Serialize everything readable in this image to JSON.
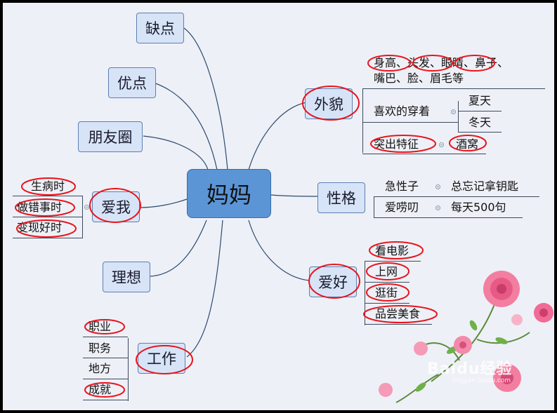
{
  "center": "妈妈",
  "colors": {
    "background": "#eef0f7",
    "node_fill": "#d7e4f7",
    "node_border": "#5b7fb0",
    "center_fill": "#5b95d6",
    "link": "#2c4a6e",
    "annotation": "#e8141c"
  },
  "left": {
    "defects": "缺点",
    "merits": "优点",
    "moments": "朋友圈",
    "love_me": {
      "label": "爱我",
      "items": [
        "生病时",
        "做错事时",
        "变现好时"
      ]
    },
    "ideal": "理想",
    "work": {
      "label": "工作",
      "items": [
        "职业",
        "职务",
        "地方",
        "成就"
      ]
    }
  },
  "right": {
    "appearance": {
      "label": "外貌",
      "features_line1": "身高、头发、眼睛、鼻子、",
      "features_line2": "嘴巴、脸、眉毛等",
      "clothes": "喜欢的穿着",
      "seasons": [
        "夏天",
        "冬天"
      ],
      "feature": "突出特征",
      "dimple": "酒窝"
    },
    "personality": {
      "label": "性格",
      "rows": [
        {
          "trait": "急性子",
          "detail": "总忘记拿钥匙"
        },
        {
          "trait": "爱唠叨",
          "detail": "每天500句"
        }
      ]
    },
    "hobbies": {
      "label": "爱好",
      "items": [
        "看电影",
        "上网",
        "逛街",
        "品尝美食"
      ]
    }
  },
  "watermark": {
    "brand": "Baidu经验",
    "url": "jingyan.baidu.com"
  }
}
